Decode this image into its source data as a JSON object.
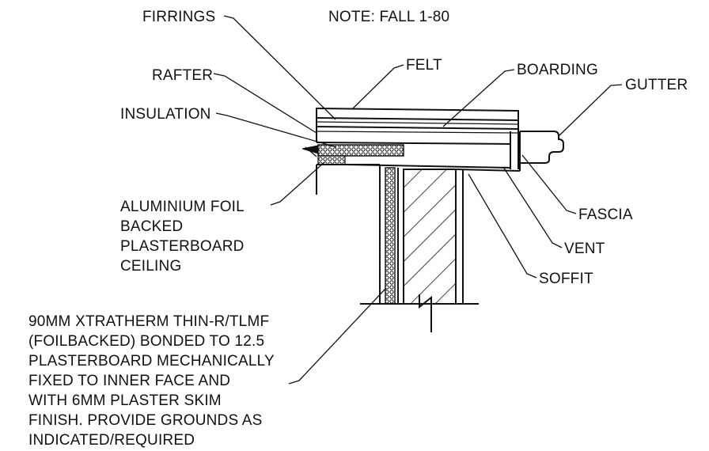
{
  "note": "NOTE: FALL 1-80",
  "labels": {
    "firrings": "FIRRINGS",
    "felt": "FELT",
    "boarding": "BOARDING",
    "gutter": "GUTTER",
    "rafter": "RAFTER",
    "insulation": "INSULATION",
    "fascia": "FASCIA",
    "vent": "VENT",
    "soffit": "SOFFIT"
  },
  "ceiling_note": [
    "ALUMINIUM FOIL",
    "BACKED",
    "PLASTERBOARD",
    "CEILING"
  ],
  "wall_note": [
    "90MM XTRATHERM THIN-R/TLMF",
    "(FOILBACKED) BONDED TO 12.5",
    "PLASTERBOARD MECHANICALLY",
    "FIXED  TO INNER FACE AND",
    "WITH 6MM PLASTER SKIM",
    "FINISH. PROVIDE GROUNDS AS",
    "INDICATED/REQUIRED"
  ]
}
